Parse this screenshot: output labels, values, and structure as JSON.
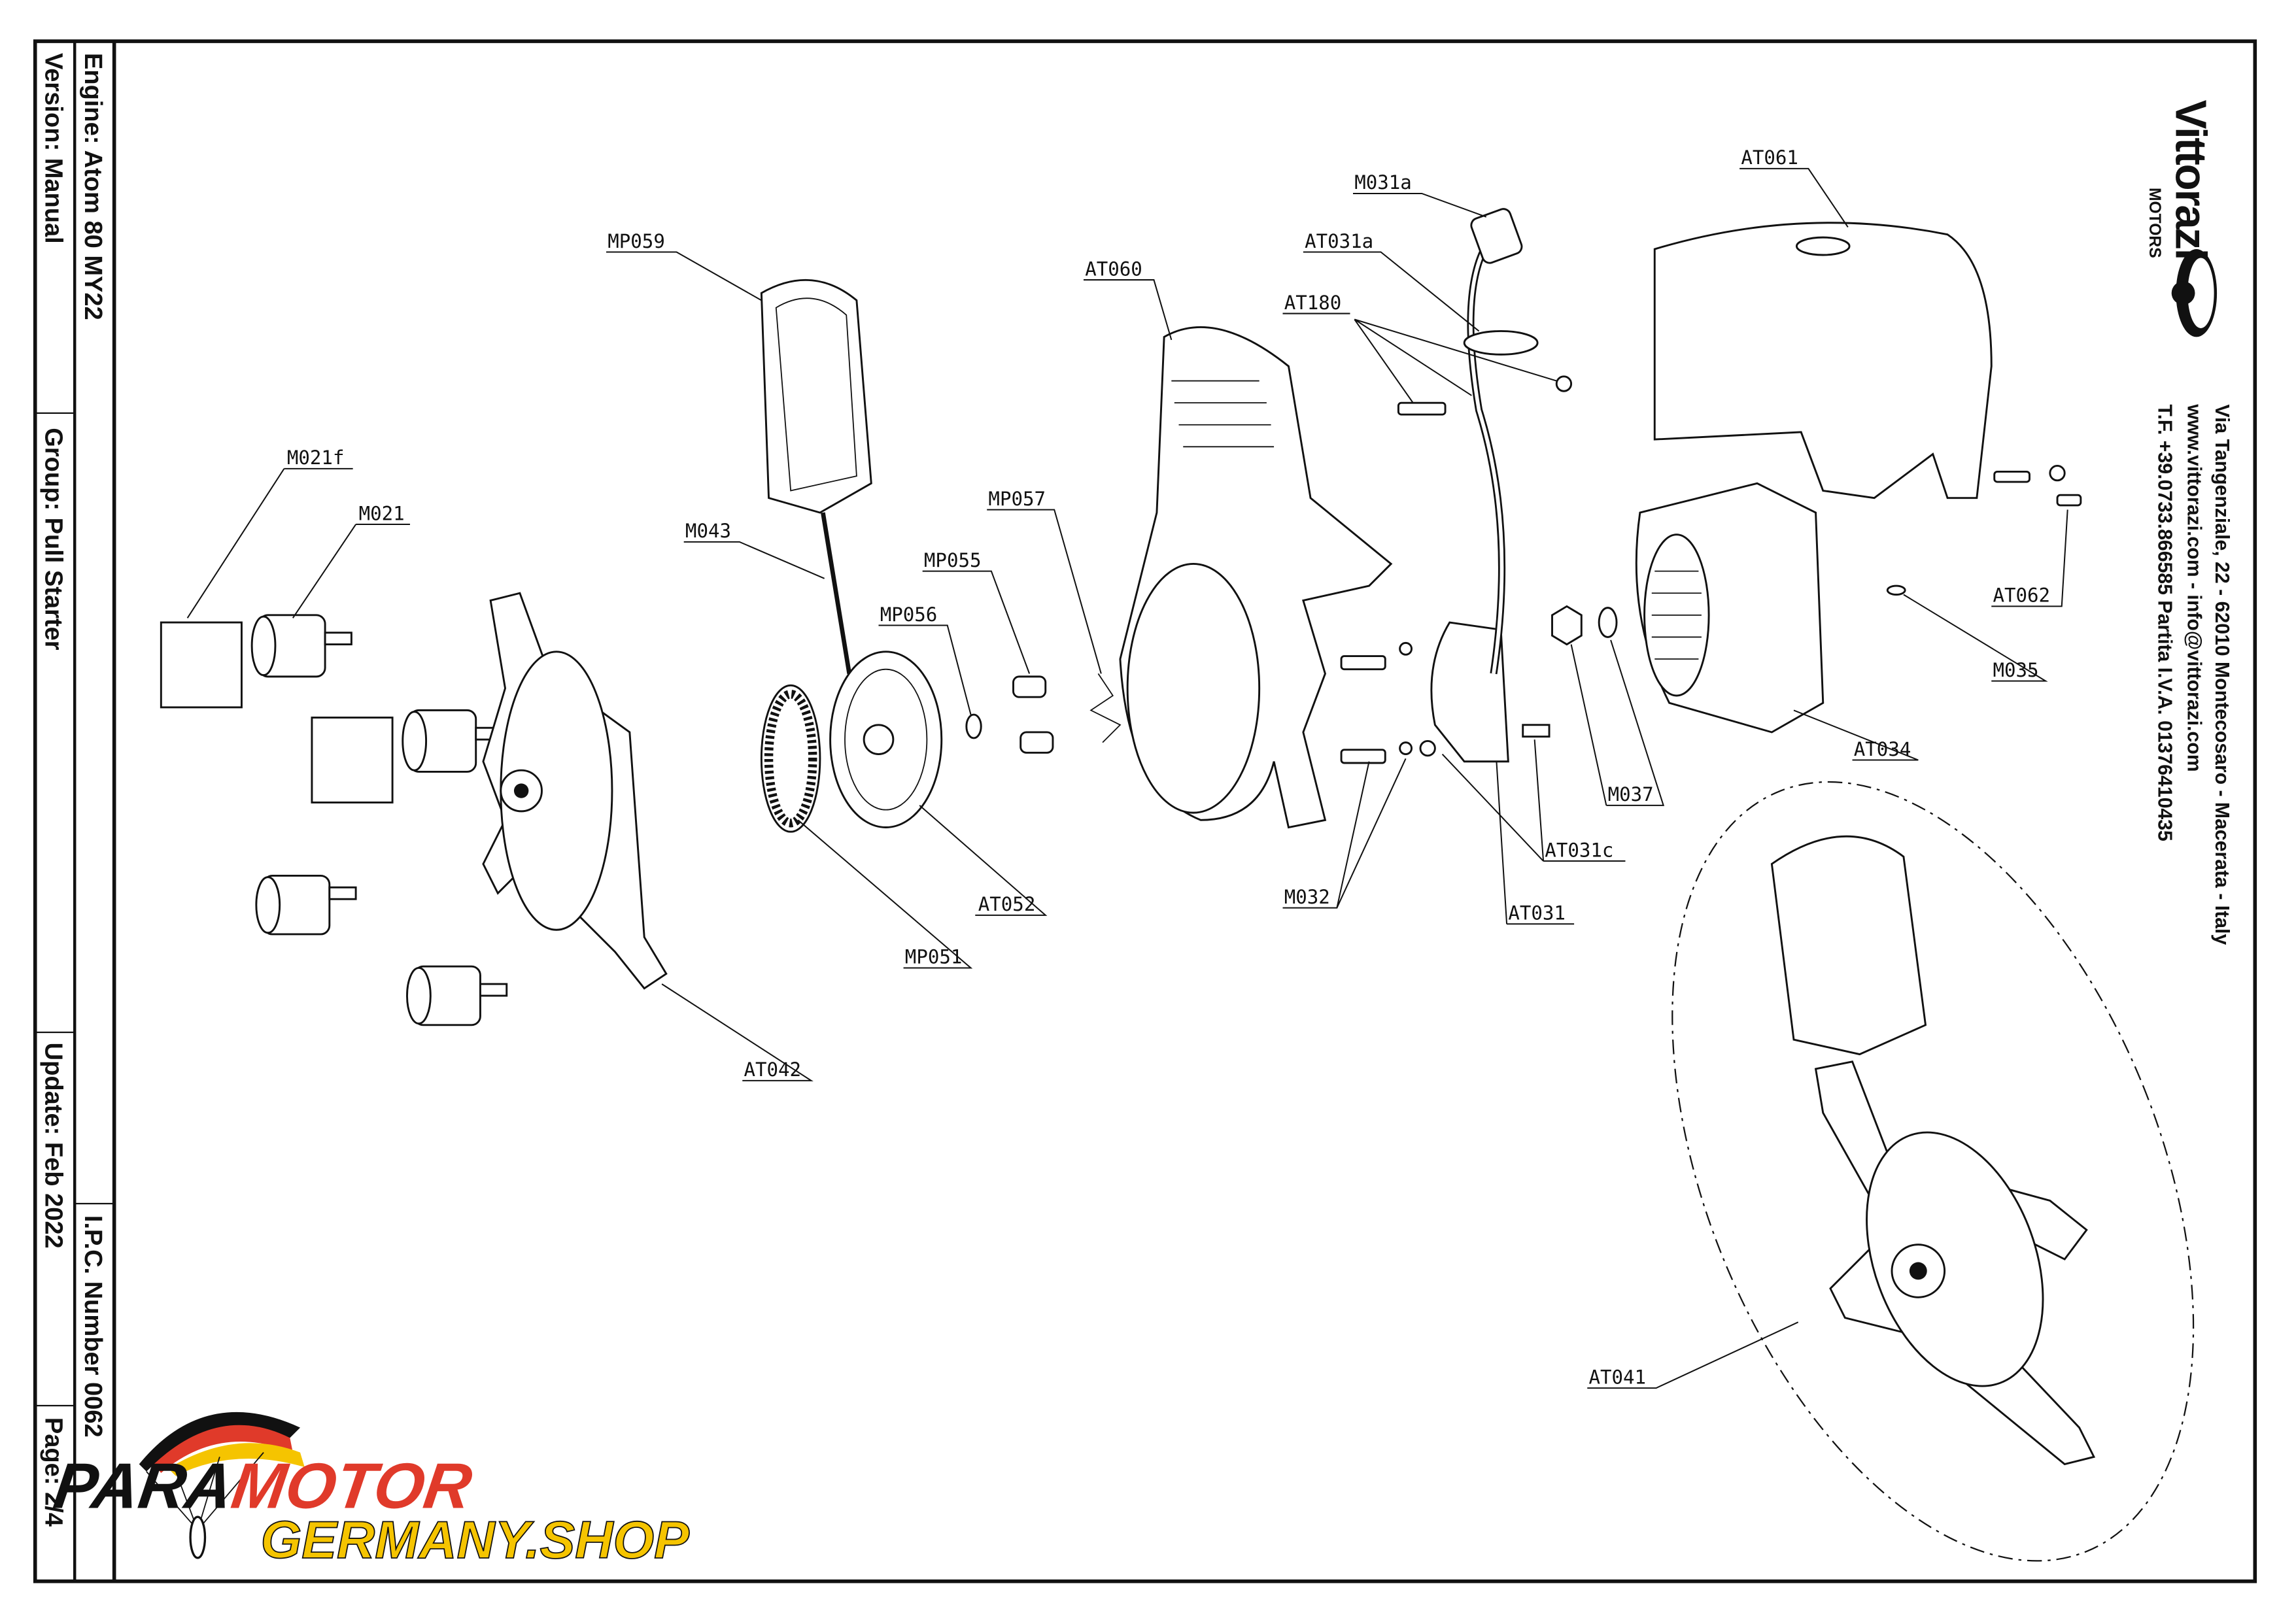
{
  "title_block": {
    "engine": "Engine: Atom 80 MY22",
    "version": "Version: Manual",
    "group": "Group: Pull Starter",
    "update": "Update: Feb 2022",
    "ipc_number": "I.P.C. Number 0062",
    "page": "Page: 2/4"
  },
  "brand": {
    "logo_text": "Vittorazi",
    "logo_sub": "MOTORS",
    "address": "Via Tangenziale, 22 - 62010 Montecosaro - Macerata - Italy",
    "web": "www.vittorazi.com - info@vittorazi.com",
    "phone": "T.F. +39.0733.866585 Partita I.V.A. 01376410435"
  },
  "watermark": {
    "line1a": "PARA",
    "line1b": "MOTOR",
    "line2": "GERMANY.SHOP"
  },
  "colors": {
    "watermark_red": "#e03a2a",
    "watermark_yellow": "#f5c400",
    "ink": "#111111"
  },
  "parts": [
    {
      "code": "M021f"
    },
    {
      "code": "M021"
    },
    {
      "code": "MP059"
    },
    {
      "code": "M043"
    },
    {
      "code": "MP057"
    },
    {
      "code": "MP055"
    },
    {
      "code": "MP056"
    },
    {
      "code": "AT060"
    },
    {
      "code": "M031a"
    },
    {
      "code": "AT031a"
    },
    {
      "code": "AT180"
    },
    {
      "code": "AT061"
    },
    {
      "code": "AT062"
    },
    {
      "code": "M035"
    },
    {
      "code": "AT034"
    },
    {
      "code": "M037"
    },
    {
      "code": "AT031c"
    },
    {
      "code": "AT031"
    },
    {
      "code": "M032"
    },
    {
      "code": "AT052"
    },
    {
      "code": "MP051"
    },
    {
      "code": "AT042"
    },
    {
      "code": "AT041"
    }
  ]
}
